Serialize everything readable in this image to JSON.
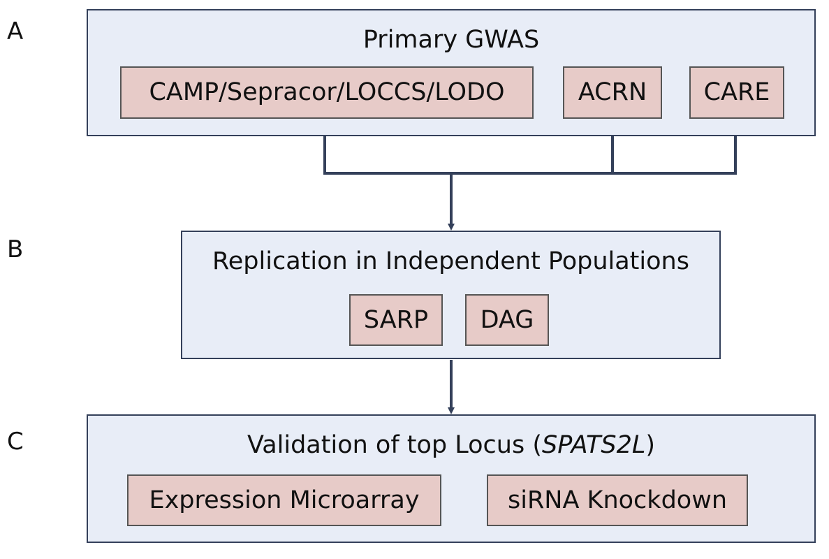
{
  "sections": {
    "a": {
      "letter": "A",
      "title": "Primary GWAS",
      "studies": [
        "CAMP/Sepracor/LOCCS/LODO",
        "ACRN",
        "CARE"
      ]
    },
    "b": {
      "letter": "B",
      "title": "Replication in Independent Populations",
      "studies": [
        "SARP",
        "DAG"
      ]
    },
    "c": {
      "letter": "C",
      "title_prefix": "Validation of top Locus (",
      "title_gene": "SPATS2L",
      "title_suffix": ")",
      "studies": [
        "Expression Microarray",
        "siRNA Knockdown"
      ]
    }
  },
  "colors": {
    "panel_fill": "#e8edf7",
    "panel_border": "#34405a",
    "chip_fill": "#e7cbc8",
    "connector": "#34405a"
  }
}
